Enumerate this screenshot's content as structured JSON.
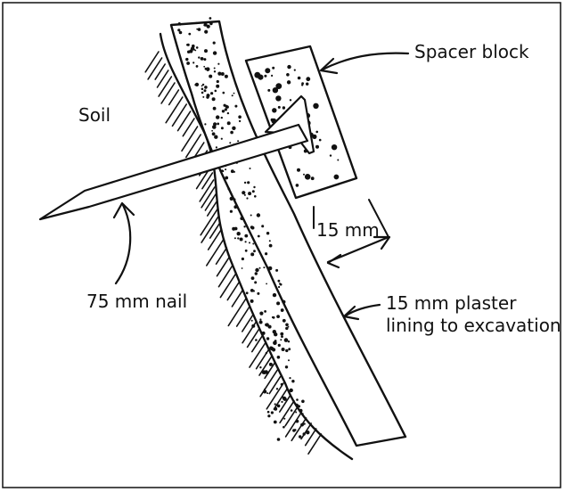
{
  "labels": {
    "spacer_block": "Spacer block",
    "soil": "Soil",
    "gap": "15 mm",
    "nail": "75 mm nail",
    "plaster_line1": "15 mm plaster",
    "plaster_line2": "lining to excavation"
  },
  "colors": {
    "ink": "#111111",
    "paper": "#ffffff"
  }
}
